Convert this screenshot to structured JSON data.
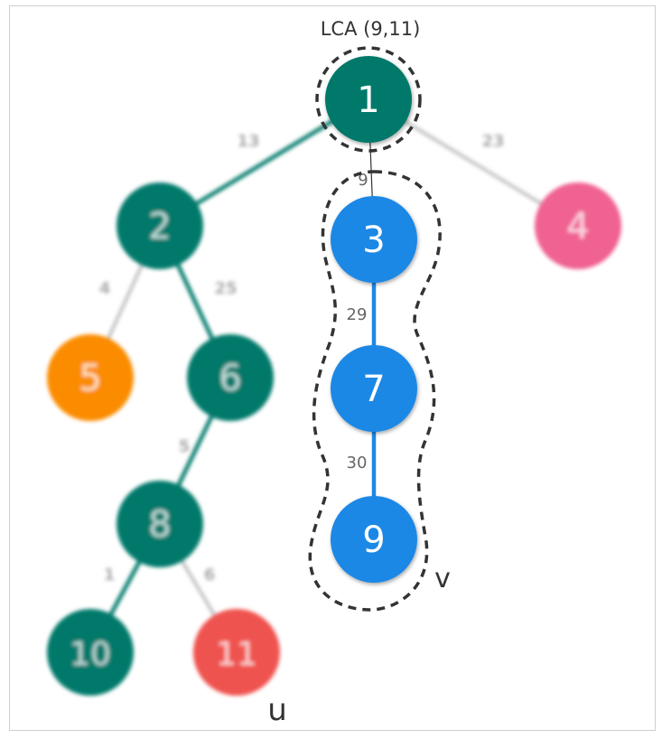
{
  "title": "LCA (9,11)",
  "label_u": "u",
  "label_v": "v",
  "colors": {
    "teal": "#00796b",
    "blue": "#1e88e5",
    "pink": "#f06292",
    "orange": "#fb8c00",
    "red": "#ef5350",
    "gray": "#bdbdbd",
    "dark": "#333333"
  },
  "nodes": [
    {
      "id": "1",
      "color": "teal",
      "focus": true
    },
    {
      "id": "2",
      "color": "teal",
      "focus": false
    },
    {
      "id": "3",
      "color": "blue",
      "focus": true
    },
    {
      "id": "4",
      "color": "pink",
      "focus": false
    },
    {
      "id": "5",
      "color": "orange",
      "focus": false
    },
    {
      "id": "6",
      "color": "teal",
      "focus": false
    },
    {
      "id": "7",
      "color": "blue",
      "focus": true
    },
    {
      "id": "8",
      "color": "teal",
      "focus": false
    },
    {
      "id": "9",
      "color": "blue",
      "focus": true
    },
    {
      "id": "10",
      "color": "teal",
      "focus": false
    },
    {
      "id": "11",
      "color": "red",
      "focus": false
    }
  ],
  "edges": [
    {
      "from": "1",
      "to": "2",
      "weight": "13",
      "color": "teal",
      "focus": false
    },
    {
      "from": "1",
      "to": "3",
      "weight": "9",
      "color": "dark",
      "focus": true
    },
    {
      "from": "1",
      "to": "4",
      "weight": "23",
      "color": "gray",
      "focus": false
    },
    {
      "from": "2",
      "to": "5",
      "weight": "4",
      "color": "gray",
      "focus": false
    },
    {
      "from": "2",
      "to": "6",
      "weight": "25",
      "color": "teal",
      "focus": false
    },
    {
      "from": "3",
      "to": "7",
      "weight": "29",
      "color": "blue",
      "focus": true
    },
    {
      "from": "7",
      "to": "9",
      "weight": "30",
      "color": "blue",
      "focus": true
    },
    {
      "from": "6",
      "to": "8",
      "weight": "5",
      "color": "teal",
      "focus": false
    },
    {
      "from": "8",
      "to": "10",
      "weight": "1",
      "color": "teal",
      "focus": false
    },
    {
      "from": "8",
      "to": "11",
      "weight": "6",
      "color": "gray",
      "focus": false
    }
  ]
}
